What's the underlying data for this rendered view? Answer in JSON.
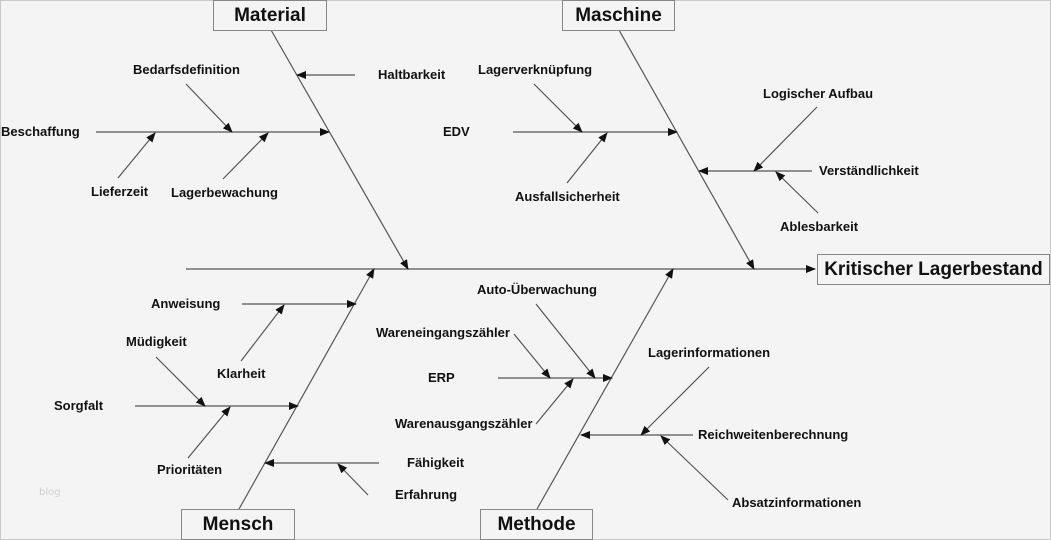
{
  "effect": "Kritischer Lagerbestand",
  "categories": {
    "material": {
      "label": "Material",
      "causes": {
        "beschaffung": "Beschaffung",
        "bedarfsdefinition": "Bedarfsdefinition",
        "lieferzeit": "Lieferzeit",
        "lagerbewachung": "Lagerbewachung",
        "haltbarkeit": "Haltbarkeit"
      }
    },
    "maschine": {
      "label": "Maschine",
      "causes": {
        "edv": "EDV",
        "lagerverknuepfung": "Lagerverknüpfung",
        "ausfallsicherheit": "Ausfallsicherheit",
        "verstaendlichkeit": "Verständlichkeit",
        "logischer_aufbau": "Logischer Aufbau",
        "ablesbarkeit": "Ablesbarkeit"
      }
    },
    "mensch": {
      "label": "Mensch",
      "causes": {
        "anweisung": "Anweisung",
        "klarheit": "Klarheit",
        "sorgfalt": "Sorgfalt",
        "muedigkeit": "Müdigkeit",
        "prioritaeten": "Prioritäten",
        "faehigkeit": "Fähigkeit",
        "erfahrung": "Erfahrung"
      }
    },
    "methode": {
      "label": "Methode",
      "causes": {
        "erp": "ERP",
        "auto_ueberwachung": "Auto-Überwachung",
        "wareneingangszaehler": "Wareneingangszähler",
        "warenausgangszaehler": "Warenausgangszähler",
        "reichweitenberechnung": "Reichweitenberechnung",
        "lagerinformationen": "Lagerinformationen",
        "absatzinformationen": "Absatzinformationen"
      }
    }
  },
  "watermark": "blog",
  "colors": {
    "background": "#f4f4f4",
    "line": "#333333",
    "text": "#111111"
  }
}
